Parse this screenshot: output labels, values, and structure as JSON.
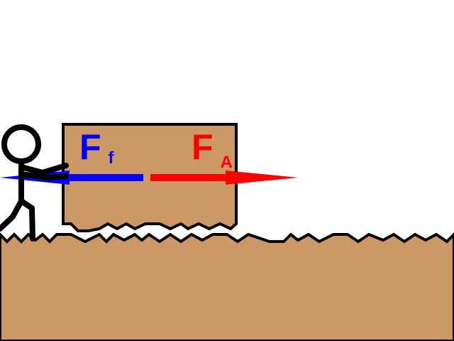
{
  "diagram": {
    "colors": {
      "background": "#ffffff",
      "ground_fill": "#cc9966",
      "box_fill": "#cc9966",
      "outline": "#000000",
      "friction": "#0000ff",
      "applied": "#ff0000"
    },
    "forces": {
      "friction": {
        "symbol": "F",
        "subscript": "f",
        "direction": "left"
      },
      "applied": {
        "symbol": "F",
        "subscript": "A",
        "direction": "right"
      }
    },
    "figure": {
      "name": "stick-person",
      "action": "pushing box"
    }
  }
}
